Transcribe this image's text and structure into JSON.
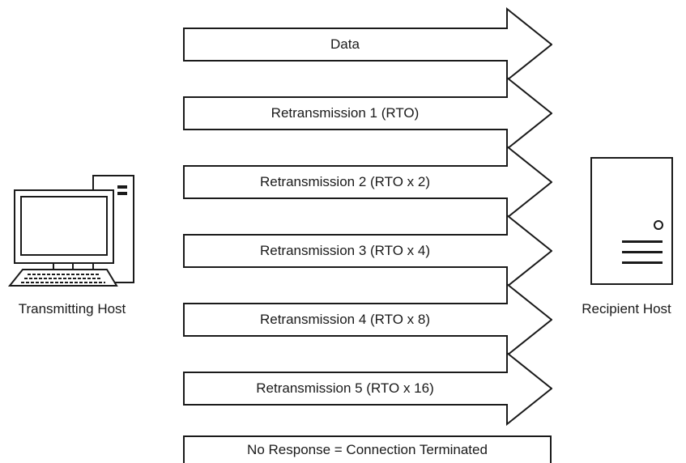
{
  "hosts": {
    "sender": {
      "label": "Transmitting Host",
      "icon": "desktop-computer-icon"
    },
    "receiver": {
      "label": "Recipient Host",
      "icon": "server-tower-icon"
    }
  },
  "transmissions": [
    {
      "label": "Data"
    },
    {
      "label": "Retransmission 1 (RTO)"
    },
    {
      "label": "Retransmission 2 (RTO x 2)"
    },
    {
      "label": "Retransmission 3 (RTO x 4)"
    },
    {
      "label": "Retransmission 4 (RTO x 8)"
    },
    {
      "label": "Retransmission 5 (RTO x 16)"
    }
  ],
  "result": {
    "label": "No Response = Connection Terminated"
  },
  "colors": {
    "stroke": "#1a1a1a",
    "fill": "#ffffff"
  }
}
